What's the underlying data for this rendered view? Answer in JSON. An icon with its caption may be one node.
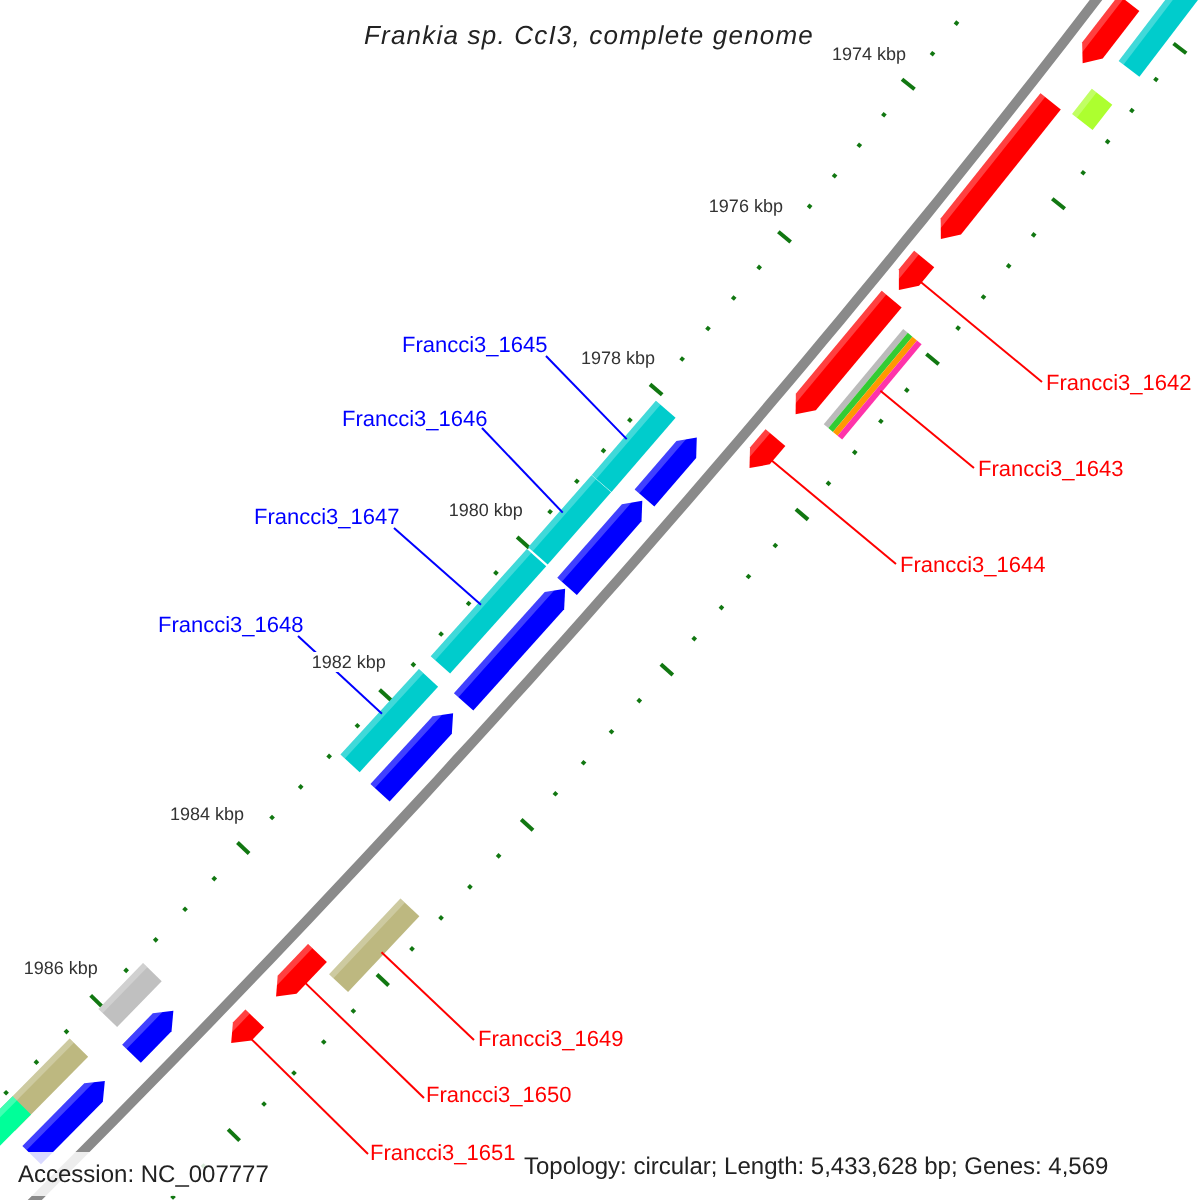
{
  "diagram": {
    "title": "Frankia sp. CcI3, complete genome",
    "nodes": [
      {
        "text": [
          "Francci3_1642"
        ]
      },
      {
        "text": [
          "Francci3_1643"
        ]
      },
      {
        "text": [
          "Francci3_1644"
        ]
      },
      {
        "text": [
          "Francci3_1645"
        ]
      },
      {
        "text": [
          "Francci3_1646"
        ]
      },
      {
        "text": [
          "Francci3_1647"
        ]
      },
      {
        "text": [
          "Francci3_1648"
        ]
      },
      {
        "text": [
          "Francci3_1649"
        ]
      },
      {
        "text": [
          "Francci3_1650"
        ]
      },
      {
        "text": [
          "Francci3_1651"
        ]
      },
      {
        "text": [],
        "shape": "arrow"
      },
      {
        "text": [],
        "shape": "bar"
      },
      {
        "text": [],
        "shape": "bar"
      },
      {
        "text": [],
        "shape": "arrow"
      },
      {
        "text": [],
        "shape": "arrow"
      },
      {
        "text": [],
        "shape": "arrow"
      },
      {
        "text": [],
        "shape": "bar"
      },
      {
        "text": [],
        "shape": "arrow"
      },
      {
        "text": [],
        "shape": "bar"
      },
      {
        "text": [],
        "shape": "arrow"
      },
      {
        "text": [],
        "shape": "bar"
      },
      {
        "text": [],
        "shape": "arrow"
      },
      {
        "text": [],
        "shape": "bar"
      },
      {
        "text": [],
        "shape": "arrow"
      },
      {
        "text": [],
        "shape": "bar"
      },
      {
        "text": [],
        "shape": "arrow"
      },
      {
        "text": [],
        "shape": "bar"
      },
      {
        "text": [],
        "shape": "arrow"
      },
      {
        "text": [],
        "shape": "arrow"
      },
      {
        "text": [],
        "shape": "bar"
      },
      {
        "text": [],
        "shape": "arrow"
      },
      {
        "text": [],
        "shape": "bar"
      },
      {
        "text": [],
        "shape": "arrow"
      },
      {
        "text": [],
        "shape": "bar"
      }
    ],
    "edges": [
      {
        "from": 0,
        "to": 14,
        "arrow": "none"
      },
      {
        "from": 1,
        "to": 16,
        "arrow": "none"
      },
      {
        "from": 2,
        "to": 17,
        "arrow": "none"
      },
      {
        "from": 3,
        "to": 18,
        "arrow": "none",
        "color": "#0000ff"
      },
      {
        "from": 4,
        "to": 20,
        "arrow": "none",
        "color": "#0000ff"
      },
      {
        "from": 5,
        "to": 22,
        "arrow": "none",
        "color": "#0000ff"
      },
      {
        "from": 6,
        "to": 24,
        "arrow": "none",
        "color": "#0000ff"
      },
      {
        "from": 7,
        "to": 26,
        "arrow": "none"
      },
      {
        "from": 8,
        "to": 27,
        "arrow": "none"
      },
      {
        "from": 9,
        "to": 28,
        "arrow": "none"
      }
    ],
    "labels": [
      "1974 kbp",
      "1976 kbp",
      "1978 kbp",
      "1980 kbp",
      "1982 kbp",
      "1984 kbp",
      "1986 kbp",
      "Accession: NC_007777",
      "Topology: circular; Length: 5,433,628 bp; Genes: 4,569"
    ]
  }
}
